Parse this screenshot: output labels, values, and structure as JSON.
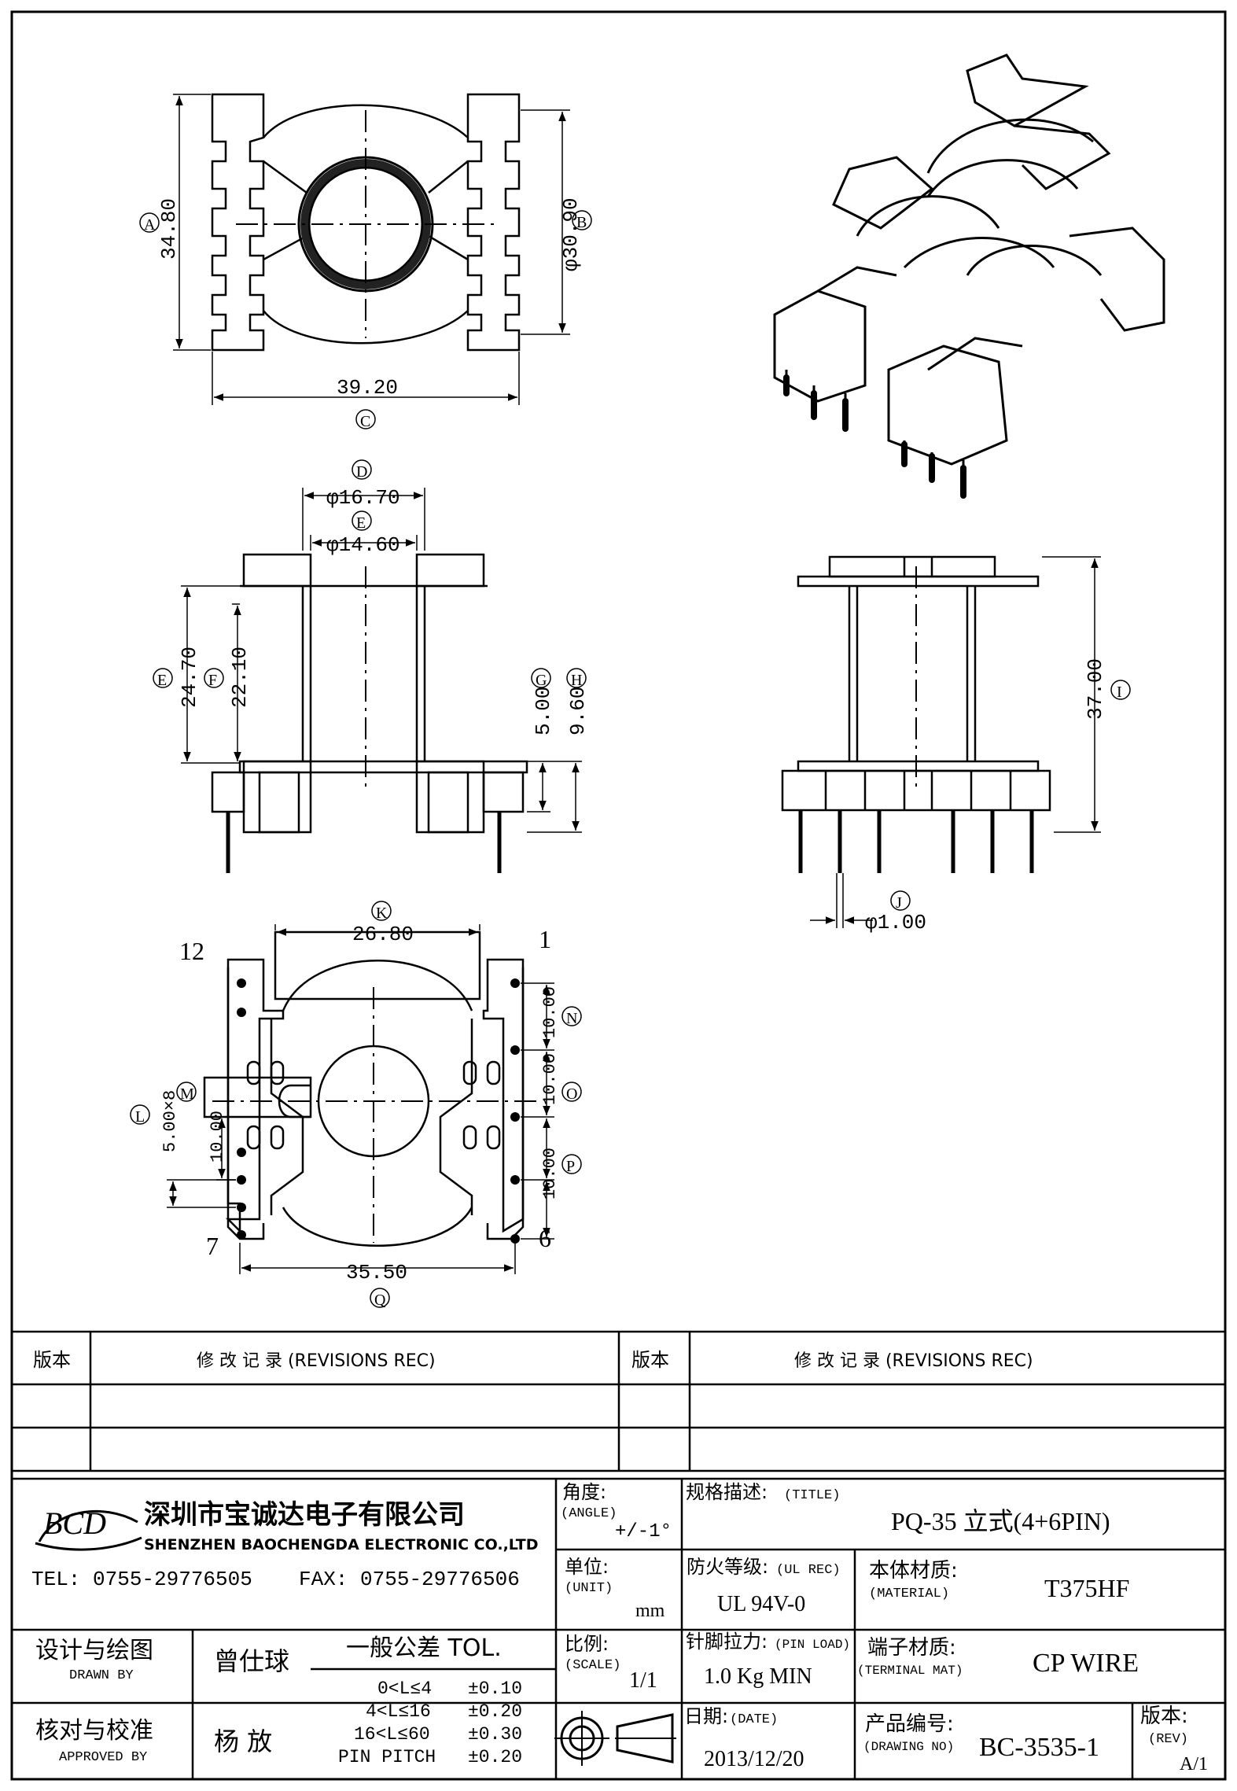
{
  "company": {
    "logo": "BCD",
    "name_cn": "深圳市宝诚达电子有限公司",
    "name_en": "SHENZHEN BAOCHENGDA ELECTRONIC CO.,LTD",
    "tel": "TEL: 0755-29776505",
    "fax": "FAX: 0755-29776506"
  },
  "revisions": {
    "col_version": "版本",
    "col_record": "修 改 记 录  (REVISIONS REC)"
  },
  "title_block": {
    "angle_label": "角度:",
    "angle_label_en": "(ANGLE)",
    "angle_value": "+/-1°",
    "title_label": "规格描述:",
    "title_label_en": "(TITLE)",
    "title_value": "PQ-35 立式(4+6PIN)",
    "unit_label": "单位:",
    "unit_label_en": "(UNIT)",
    "unit_value": "mm",
    "ul_label": "防火等级:",
    "ul_label_en": "(UL REC)",
    "ul_value": "UL 94V-0",
    "material_label": "本体材质:",
    "material_label_en": "(MATERIAL)",
    "material_value": "T375HF",
    "drawn_label": "设计与绘图",
    "drawn_label_en": "DRAWN BY",
    "drawn_value": "曾仕球",
    "tol_label": "一般公差 TOL.",
    "tol_rows": [
      {
        "range": "0<L≤4",
        "value": "±0.10"
      },
      {
        "range": "4<L≤16",
        "value": "±0.20"
      },
      {
        "range": "16<L≤60",
        "value": "±0.30"
      },
      {
        "range": "PIN PITCH",
        "value": "±0.20"
      }
    ],
    "scale_label": "比例:",
    "scale_label_en": "(SCALE)",
    "scale_value": "1/1",
    "pin_load_label": "针脚拉力:",
    "pin_load_label_en": "(PIN LOAD)",
    "pin_load_value": "1.0 Kg MIN",
    "terminal_label": "端子材质:",
    "terminal_label_en": "(TERMINAL MAT)",
    "terminal_value": "CP WIRE",
    "approved_label": "核对与校准",
    "approved_label_en": "APPROVED BY",
    "approved_value": "杨 放",
    "date_label": "日期:",
    "date_label_en": "(DATE)",
    "date_value": "2013/12/20",
    "drawing_no_label": "产品编号:",
    "drawing_no_label_en": "(DRAWING NO)",
    "drawing_no_value": "BC-3535-1",
    "rev_label": "版本:",
    "rev_label_en": "(REV)",
    "rev_value": "A/1"
  },
  "dimensions": {
    "A": "34.80",
    "B": "φ30.90",
    "C": "39.20",
    "D": "φ16.70",
    "E_inner": "φ14.60",
    "E": "24.70",
    "F": "22.10",
    "G": "5.00",
    "H": "9.60",
    "I": "37.00",
    "J": "φ1.00",
    "K": "26.80",
    "L": "5.00×8",
    "M": "10.00",
    "N": "10.00",
    "O": "10.00",
    "P": "10.00",
    "Q": "35.50"
  },
  "callouts": {
    "A": "A",
    "B": "B",
    "C": "C",
    "D": "D",
    "E_inner": "E",
    "E": "E",
    "F": "F",
    "G": "G",
    "H": "H",
    "I": "I",
    "J": "J",
    "K": "K",
    "L": "L",
    "M": "M",
    "N": "N",
    "O": "O",
    "P": "P",
    "Q": "Q"
  },
  "pins": {
    "p1": "1",
    "p6": "6",
    "p7": "7",
    "p12": "12"
  }
}
